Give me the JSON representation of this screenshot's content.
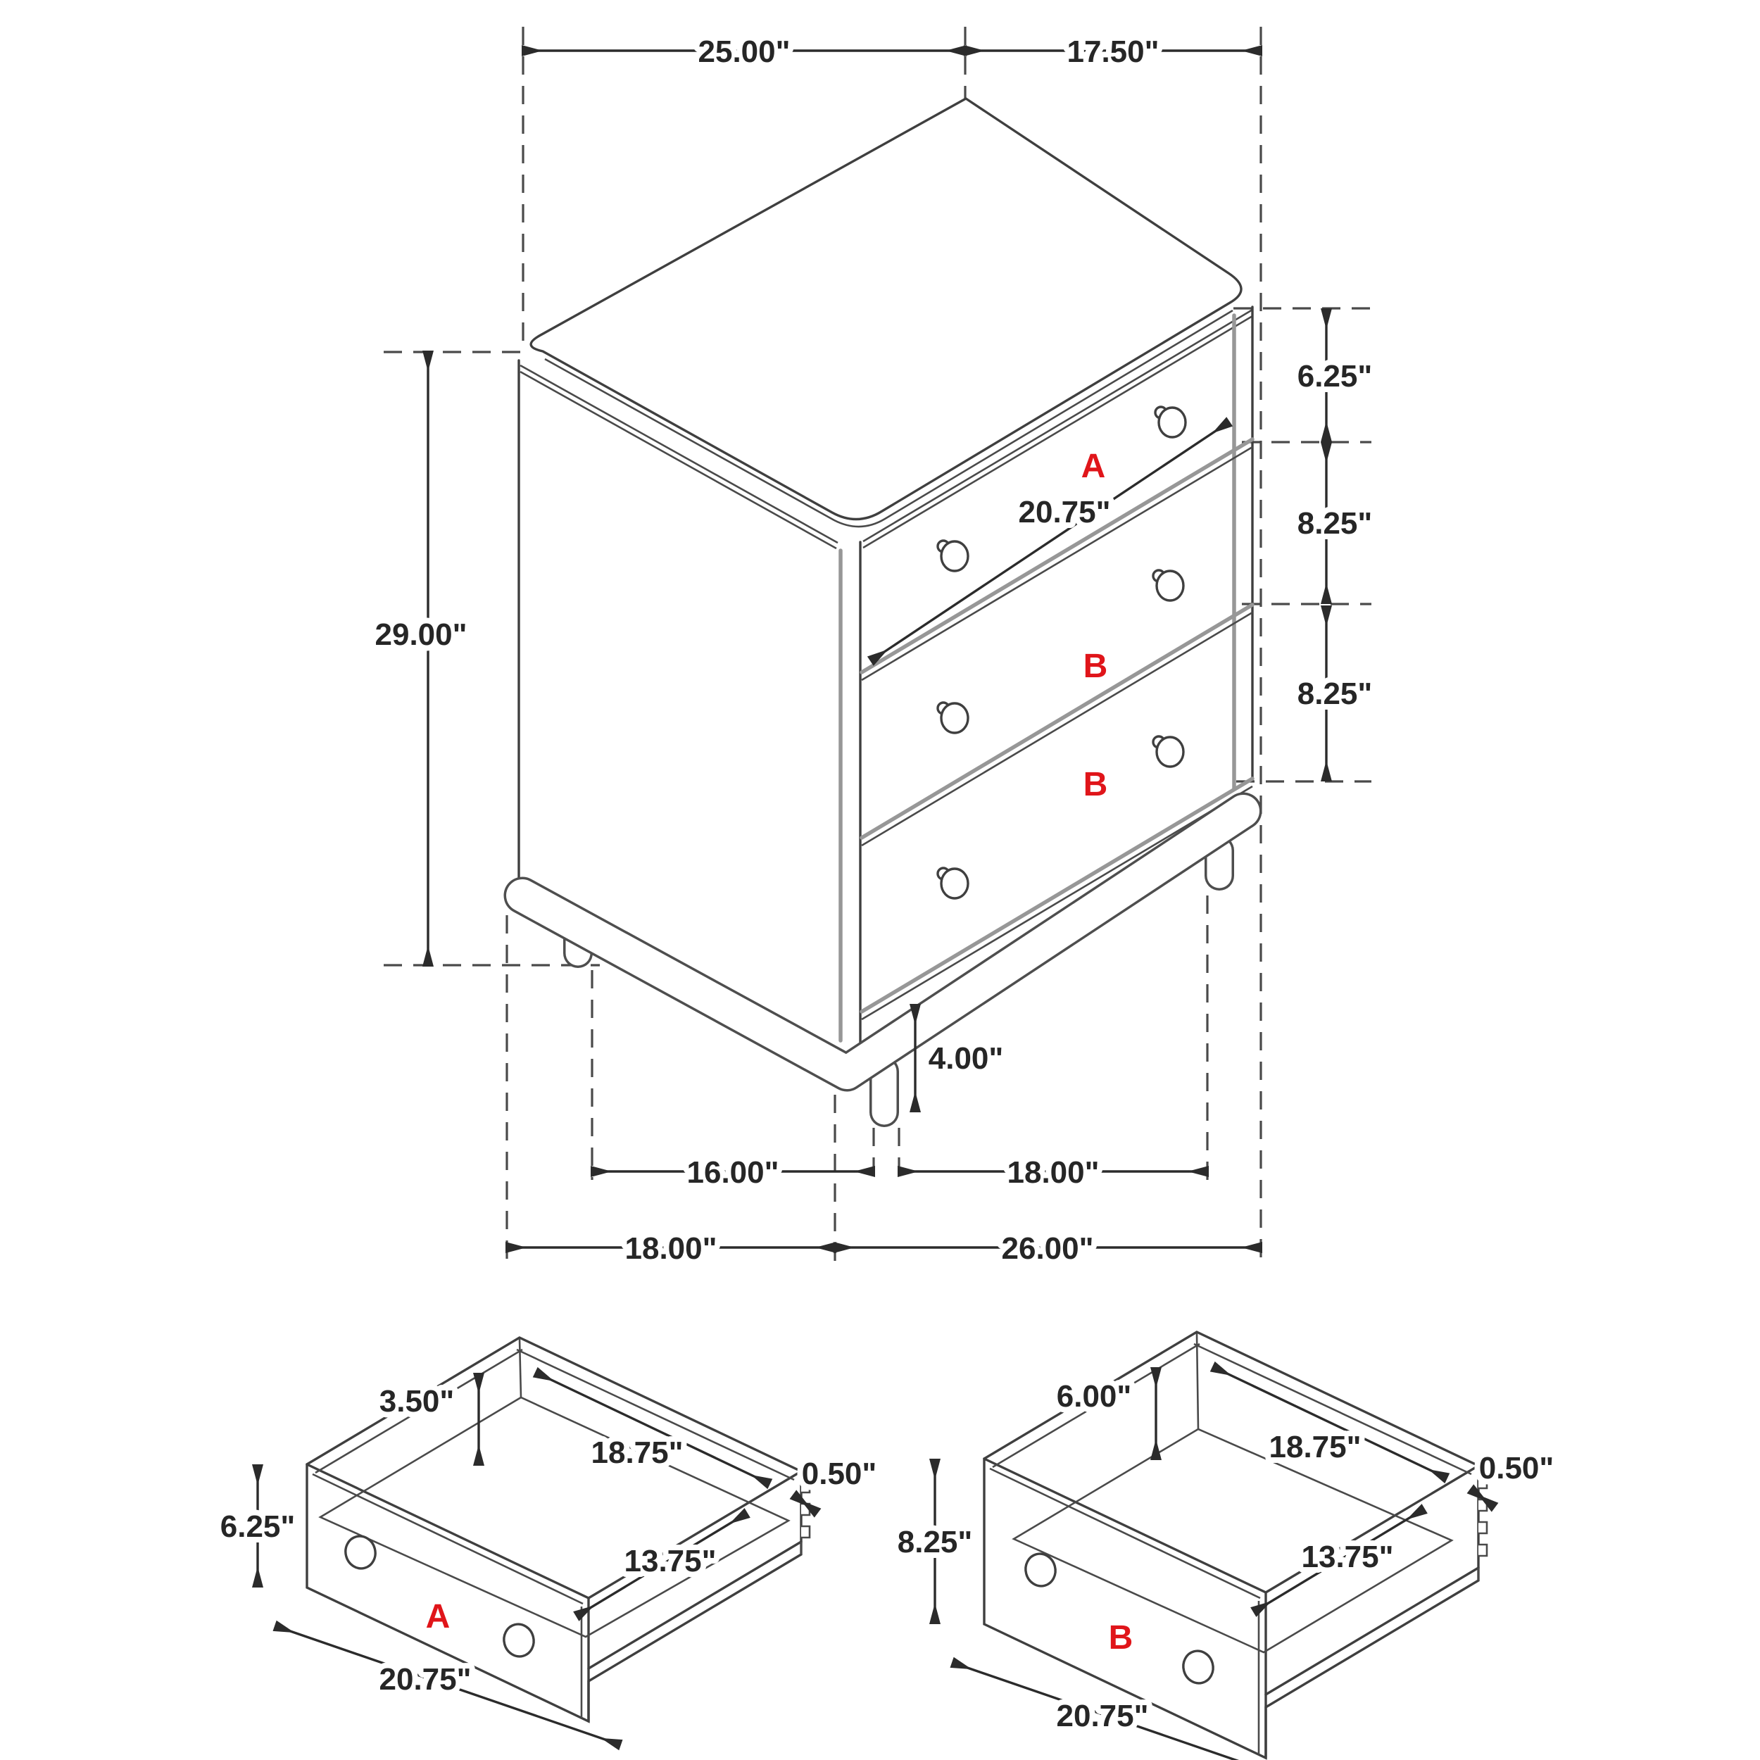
{
  "colors": {
    "line": "#3f3f3f",
    "dim_text": "#262626",
    "red_label": "#e0151a",
    "gray_line": "#979797",
    "background": "#ffffff"
  },
  "main_view": {
    "top_width": "25.00\"",
    "top_depth": "17.50\"",
    "overall_height": "29.00\"",
    "top_drawer_height": "6.25\"",
    "middle_drawer_height": "8.25\"",
    "bottom_drawer_height": "8.25\"",
    "drawer_front_width": "20.75\"",
    "leg_height": "4.00\"",
    "front_leg_span": "16.00\"",
    "side_leg_span": "18.00\"",
    "base_depth": "18.00\"",
    "base_width": "26.00\"",
    "labels": {
      "top_drawer": "A",
      "middle_drawer": "B",
      "bottom_drawer": "B"
    }
  },
  "drawer_a": {
    "label": "A",
    "side_wall_height": "3.50\"",
    "inner_length": "18.75\"",
    "wall_thickness": "0.50\"",
    "front_height": "6.25\"",
    "inner_depth": "13.75\"",
    "front_width": "20.75\""
  },
  "drawer_b": {
    "label": "B",
    "side_wall_height": "6.00\"",
    "inner_length": "18.75\"",
    "wall_thickness": "0.50\"",
    "front_height": "8.25\"",
    "inner_depth": "13.75\"",
    "front_width": "20.75\""
  }
}
